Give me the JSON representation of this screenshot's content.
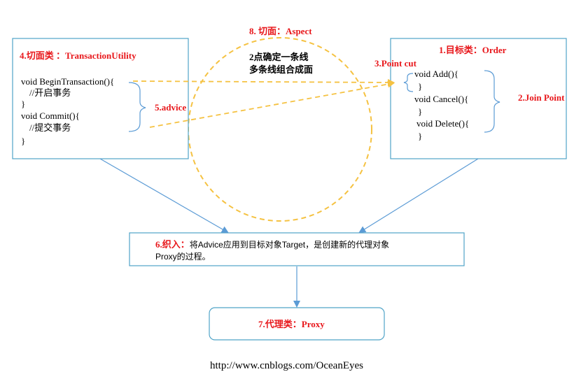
{
  "colors": {
    "box_border": "#4fa3c7",
    "accent_red": "#e8171b",
    "dashed_yellow": "#f5c242",
    "arrow_blue": "#5b9bd5"
  },
  "aspect_label": "8. 切面：Aspect",
  "point_line_note": [
    "2点确定一条线",
    "多条线组合成面"
  ],
  "left_box": {
    "title": "4.切面类 ：TransactionUtility",
    "code": [
      "void BeginTransaction(){",
      "//开启事务",
      "}",
      "void Commit(){",
      "//提交事务",
      "}"
    ]
  },
  "advice_label": "5.advice",
  "pointcut_label": "3.Point cut",
  "right_box": {
    "title": "1.目标类：Order",
    "code": [
      "void Add(){",
      "}",
      "void Cancel(){",
      "}",
      "void Delete(){",
      "}"
    ]
  },
  "joinpoint_label": "2.Join Point",
  "weave_box": {
    "label": "6.织入：",
    "text_line1": "将Advice应用到目标对象Target，是创建新的代理对象",
    "text_line2": "Proxy的过程。"
  },
  "proxy_box": {
    "label": "7.代理类：Proxy"
  },
  "footer_url": "http://www.cnblogs.com/OceanEyes"
}
